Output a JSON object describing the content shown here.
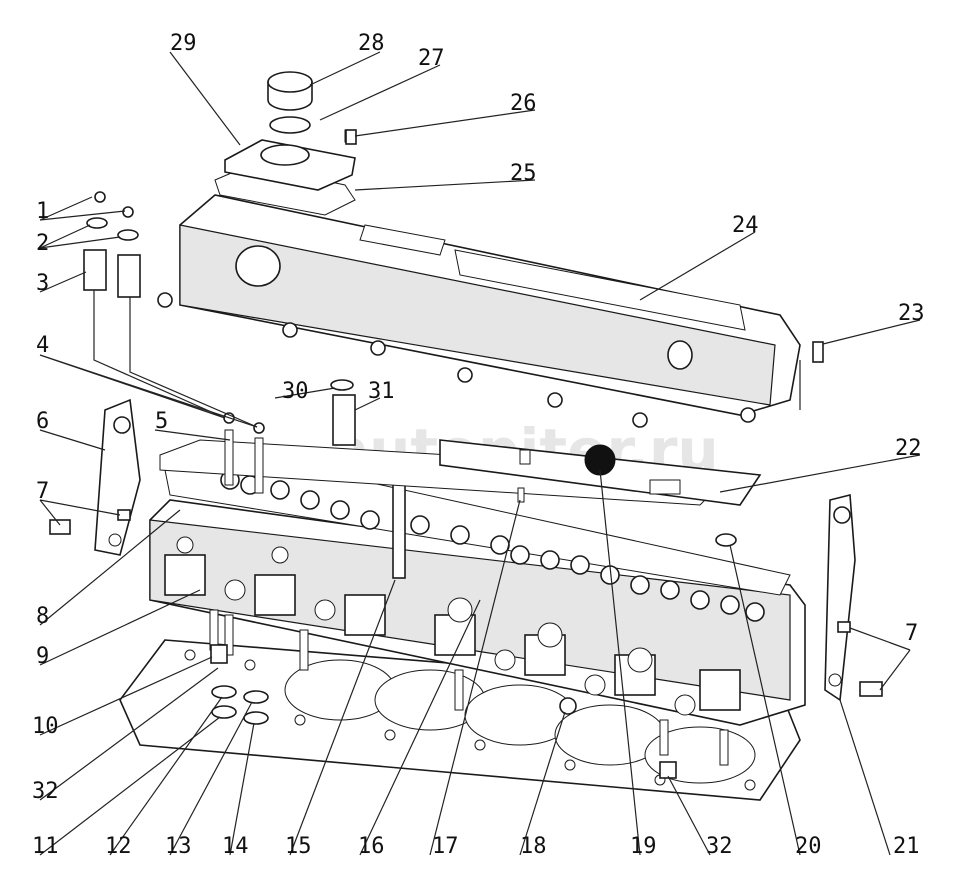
{
  "diagram": {
    "watermark": "autopiter.ru",
    "callouts": [
      {
        "id": "c1",
        "label": "1"
      },
      {
        "id": "c2",
        "label": "2"
      },
      {
        "id": "c3",
        "label": "3"
      },
      {
        "id": "c4",
        "label": "4"
      },
      {
        "id": "c5",
        "label": "5"
      },
      {
        "id": "c6",
        "label": "6"
      },
      {
        "id": "c7a",
        "label": "7"
      },
      {
        "id": "c7b",
        "label": "7"
      },
      {
        "id": "c8",
        "label": "8"
      },
      {
        "id": "c9",
        "label": "9"
      },
      {
        "id": "c10",
        "label": "10"
      },
      {
        "id": "c11",
        "label": "11"
      },
      {
        "id": "c12",
        "label": "12"
      },
      {
        "id": "c13",
        "label": "13"
      },
      {
        "id": "c14",
        "label": "14"
      },
      {
        "id": "c15",
        "label": "15"
      },
      {
        "id": "c16",
        "label": "16"
      },
      {
        "id": "c17",
        "label": "17"
      },
      {
        "id": "c18",
        "label": "18"
      },
      {
        "id": "c19",
        "label": "19"
      },
      {
        "id": "c20",
        "label": "20"
      },
      {
        "id": "c21",
        "label": "21"
      },
      {
        "id": "c22",
        "label": "22"
      },
      {
        "id": "c23",
        "label": "23"
      },
      {
        "id": "c24",
        "label": "24"
      },
      {
        "id": "c25",
        "label": "25"
      },
      {
        "id": "c26",
        "label": "26"
      },
      {
        "id": "c27",
        "label": "27"
      },
      {
        "id": "c28",
        "label": "28"
      },
      {
        "id": "c29",
        "label": "29"
      },
      {
        "id": "c30",
        "label": "30"
      },
      {
        "id": "c31",
        "label": "31"
      },
      {
        "id": "c32a",
        "label": "32"
      },
      {
        "id": "c32b",
        "label": "32"
      }
    ]
  }
}
